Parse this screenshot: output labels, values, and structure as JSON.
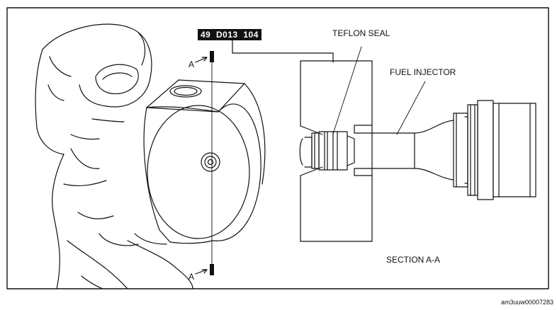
{
  "labels": {
    "tool_number": "49  D013  104",
    "teflon_seal": "TEFLON SEAL",
    "fuel_injector": "FUEL INJECTOR",
    "section_marker_top": "A",
    "section_marker_bottom": "A",
    "section_caption": "SECTION A-A",
    "figure_id": "am3uuw00007283"
  },
  "colors": {
    "line": "#111111",
    "background": "#ffffff"
  }
}
